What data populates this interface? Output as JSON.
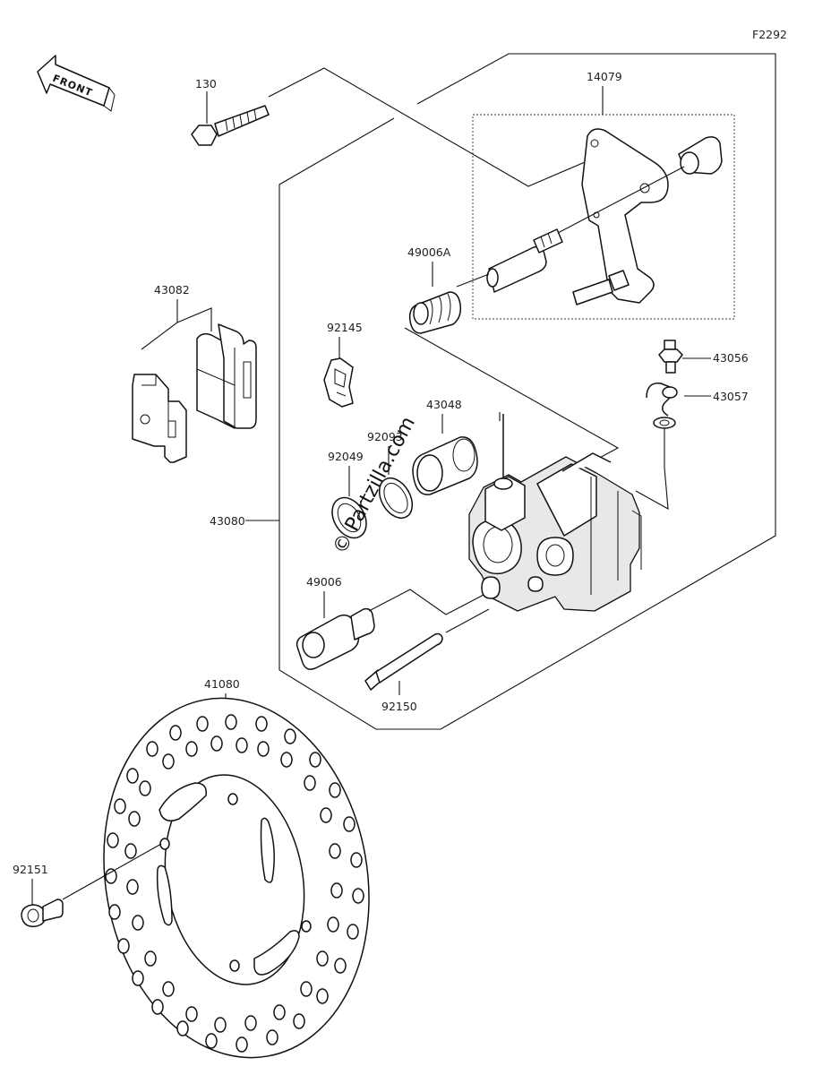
{
  "figure_code": "F2292",
  "front_arrow": {
    "label": "FRONT",
    "icon": "front-arrow-icon"
  },
  "watermark": "© Partzilla.com",
  "parts": {
    "p130": "130",
    "p14079": "14079",
    "p49006A": "49006A",
    "p43082": "43082",
    "p92145": "92145",
    "p43056": "43056",
    "p43057": "43057",
    "p43048": "43048",
    "p92093": "92093",
    "p92049": "92049",
    "p43080": "43080",
    "p49006": "49006",
    "p92150": "92150",
    "p41080": "41080",
    "p92151": "92151"
  }
}
